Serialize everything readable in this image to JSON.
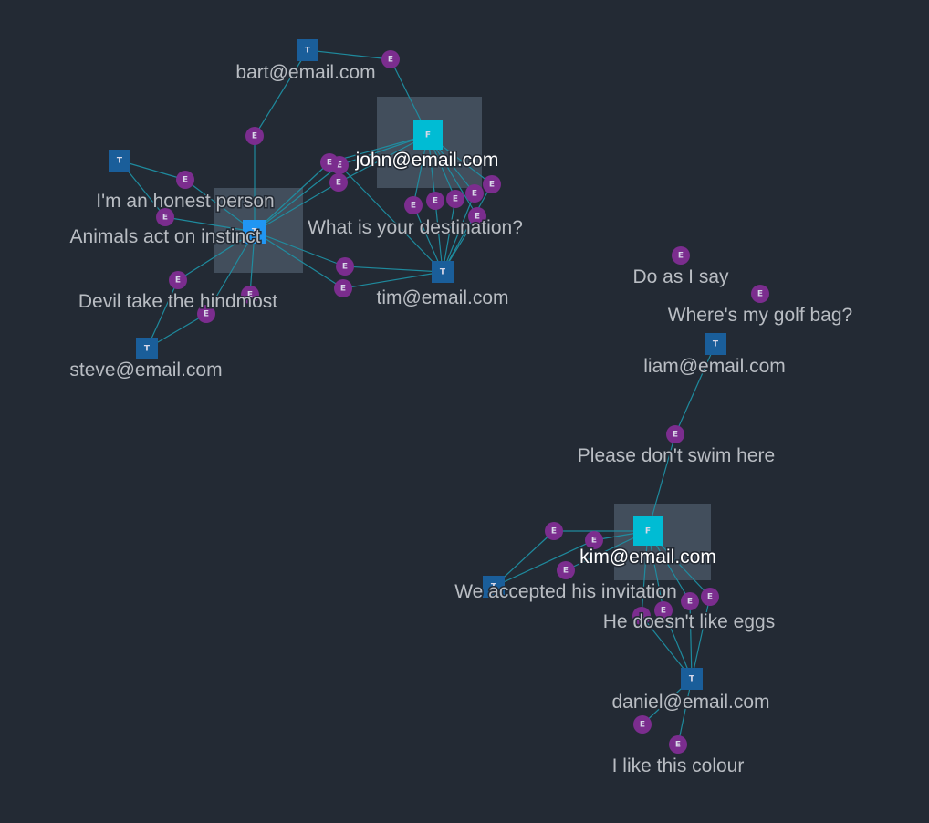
{
  "colors": {
    "background": "#232a34",
    "edge": "#1f8fa3",
    "node_T": "#1a5e9a",
    "node_T_highlight": "#2196f3",
    "node_F": "#00bcd4",
    "node_E": "#7b2d8e",
    "label": "#b9bdc3",
    "label_highlight": "#ffffff",
    "selection": "#5d6b7e"
  },
  "nodes": [
    {
      "id": "bart",
      "kind": "T",
      "label": "bart@email.com"
    },
    {
      "id": "john",
      "kind": "F",
      "label": "john@email.com",
      "selected": true
    },
    {
      "id": "tim",
      "kind": "T",
      "label": "tim@email.com"
    },
    {
      "id": "steve",
      "kind": "T",
      "label": "steve@email.com"
    },
    {
      "id": "t_topleft",
      "kind": "T",
      "label": ""
    },
    {
      "id": "center",
      "kind": "T",
      "label": "",
      "highlight": true,
      "selected": true
    },
    {
      "id": "liam",
      "kind": "T",
      "label": "liam@email.com"
    },
    {
      "id": "kim",
      "kind": "F",
      "label": "kim@email.com",
      "selected": true
    },
    {
      "id": "daniel",
      "kind": "T",
      "label": "daniel@email.com"
    },
    {
      "id": "t_kimleft",
      "kind": "T",
      "label": ""
    },
    {
      "id": "e_bart_john",
      "kind": "E",
      "label": ""
    },
    {
      "id": "e_bart_center",
      "kind": "E",
      "label": ""
    },
    {
      "id": "e_honest",
      "kind": "E",
      "label": "I'm an honest person"
    },
    {
      "id": "e_instinct",
      "kind": "E",
      "label": "Animals act on instinct"
    },
    {
      "id": "e_destination",
      "kind": "E",
      "label": "What is your destination?"
    },
    {
      "id": "e_c1",
      "kind": "E",
      "label": ""
    },
    {
      "id": "e_c2",
      "kind": "E",
      "label": ""
    },
    {
      "id": "e_c3",
      "kind": "E",
      "label": ""
    },
    {
      "id": "e_c4",
      "kind": "E",
      "label": ""
    },
    {
      "id": "e_devil",
      "kind": "E",
      "label": "Devil take the hindmost"
    },
    {
      "id": "e_d2",
      "kind": "E",
      "label": ""
    },
    {
      "id": "e_d3",
      "kind": "E",
      "label": ""
    },
    {
      "id": "e_j1",
      "kind": "E",
      "label": ""
    },
    {
      "id": "e_j2",
      "kind": "E",
      "label": ""
    },
    {
      "id": "e_j3",
      "kind": "E",
      "label": ""
    },
    {
      "id": "e_j4",
      "kind": "E",
      "label": ""
    },
    {
      "id": "e_j5",
      "kind": "E",
      "label": ""
    },
    {
      "id": "e_j6",
      "kind": "E",
      "label": ""
    },
    {
      "id": "e_doasisay",
      "kind": "E",
      "label": "Do as I say"
    },
    {
      "id": "e_golf",
      "kind": "E",
      "label": "Where's my golf bag?"
    },
    {
      "id": "e_swim",
      "kind": "E",
      "label": "Please don't swim here"
    },
    {
      "id": "e_accepted",
      "kind": "E",
      "label": "We accepted his invitation"
    },
    {
      "id": "e_k2",
      "kind": "E",
      "label": ""
    },
    {
      "id": "e_k3",
      "kind": "E",
      "label": ""
    },
    {
      "id": "e_eggs",
      "kind": "E",
      "label": "He doesn't like eggs"
    },
    {
      "id": "e_k5",
      "kind": "E",
      "label": ""
    },
    {
      "id": "e_k6",
      "kind": "E",
      "label": ""
    },
    {
      "id": "e_k7",
      "kind": "E",
      "label": ""
    },
    {
      "id": "e_colour",
      "kind": "E",
      "label": "I like this colour"
    },
    {
      "id": "e_dn2",
      "kind": "E",
      "label": ""
    }
  ],
  "edges": [
    [
      "bart",
      "e_bart_john"
    ],
    [
      "e_bart_john",
      "john"
    ],
    [
      "bart",
      "e_bart_center"
    ],
    [
      "e_bart_center",
      "center"
    ],
    [
      "t_topleft",
      "e_honest"
    ],
    [
      "e_honest",
      "center"
    ],
    [
      "t_topleft",
      "e_instinct"
    ],
    [
      "e_instinct",
      "center"
    ],
    [
      "center",
      "e_c1"
    ],
    [
      "e_c1",
      "john"
    ],
    [
      "center",
      "e_c2"
    ],
    [
      "e_c2",
      "john"
    ],
    [
      "center",
      "e_c3"
    ],
    [
      "e_c3",
      "tim"
    ],
    [
      "center",
      "e_c4"
    ],
    [
      "e_c4",
      "tim"
    ],
    [
      "center",
      "e_devil"
    ],
    [
      "e_devil",
      "steve"
    ],
    [
      "center",
      "e_d2"
    ],
    [
      "e_d2",
      "steve"
    ],
    [
      "center",
      "e_d3"
    ],
    [
      "center",
      "e_destination"
    ],
    [
      "john",
      "e_j1"
    ],
    [
      "e_j1",
      "tim"
    ],
    [
      "john",
      "e_j2"
    ],
    [
      "e_j2",
      "tim"
    ],
    [
      "john",
      "e_j3"
    ],
    [
      "e_j3",
      "tim"
    ],
    [
      "john",
      "e_j4"
    ],
    [
      "e_j4",
      "tim"
    ],
    [
      "john",
      "e_j5"
    ],
    [
      "e_j5",
      "tim"
    ],
    [
      "john",
      "e_j6"
    ],
    [
      "e_j6",
      "tim"
    ],
    [
      "john",
      "e_destination"
    ],
    [
      "e_destination",
      "tim"
    ],
    [
      "liam",
      "e_swim"
    ],
    [
      "e_swim",
      "kim"
    ],
    [
      "kim",
      "e_accepted"
    ],
    [
      "e_accepted",
      "t_kimleft"
    ],
    [
      "kim",
      "e_k2"
    ],
    [
      "e_k2",
      "t_kimleft"
    ],
    [
      "kim",
      "e_k3"
    ],
    [
      "kim",
      "e_eggs"
    ],
    [
      "e_eggs",
      "daniel"
    ],
    [
      "kim",
      "e_k5"
    ],
    [
      "e_k5",
      "daniel"
    ],
    [
      "kim",
      "e_k6"
    ],
    [
      "e_k6",
      "daniel"
    ],
    [
      "kim",
      "e_k7"
    ],
    [
      "e_k7",
      "daniel"
    ],
    [
      "daniel",
      "e_colour"
    ],
    [
      "daniel",
      "e_dn2"
    ]
  ]
}
